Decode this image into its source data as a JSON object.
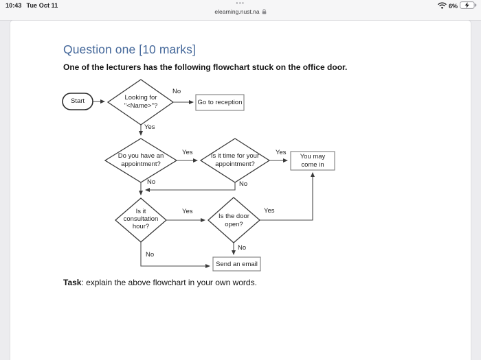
{
  "status_bar": {
    "time": "10:43",
    "date": "Tue Oct 11",
    "battery_percent": "6%"
  },
  "browser": {
    "menu_dots": "•••",
    "url": "elearning.nust.na"
  },
  "content": {
    "heading": "Question one [10 marks]",
    "intro": "One of the lecturers has the following flowchart stuck on the office door.",
    "task_label": "Task",
    "task_text": ": explain the above flowchart in your own words."
  },
  "flowchart": {
    "start": "Start",
    "d1": {
      "line1": "Looking for",
      "line2": "\"<Name>\"?"
    },
    "r1": "Go to reception",
    "d2": {
      "line1": "Do you have an",
      "line2": "appointment?"
    },
    "d3": {
      "line1": "Is it time for your",
      "line2": "appointment?"
    },
    "r2": {
      "line1": "You may",
      "line2": "come in"
    },
    "d4": {
      "line1": "Is it",
      "line2": "consultation",
      "line3": "hour?"
    },
    "d5": {
      "line1": "Is the door",
      "line2": "open?"
    },
    "r3": "Send an email",
    "labels": {
      "yes": "Yes",
      "no": "No"
    }
  },
  "colors": {
    "heading_blue": "#46699b",
    "diamond_border": "#3a3a3a",
    "rect_border": "#7f7f7f",
    "chrome_bg": "#f6f6f7"
  }
}
